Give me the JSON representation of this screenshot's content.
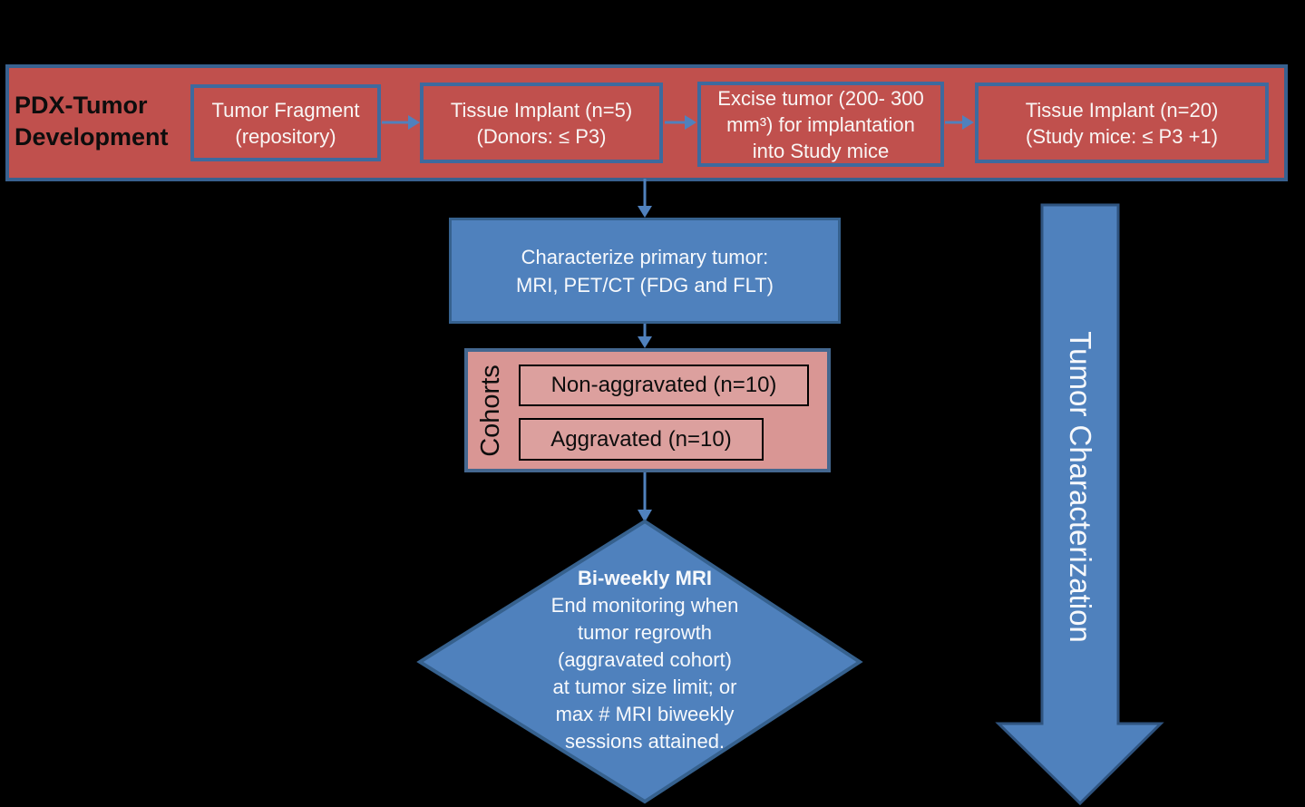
{
  "colors": {
    "background": "#000000",
    "banner_fill": "#C0504D",
    "banner_border": "#38618F",
    "red_box_border": "#3E6A9E",
    "blue_fill": "#4F81BD",
    "blue_border": "#36618E",
    "pink_fill": "#D99694",
    "pink_inner_fill": "#DCA09E",
    "arrow_color": "#5081BD",
    "big_arrow_border": "#2F5480"
  },
  "banner": {
    "label_line1": "PDX-Tumor",
    "label_line2": "Development",
    "boxes": [
      {
        "lines": [
          "Tumor Fragment",
          "(repository)"
        ]
      },
      {
        "lines": [
          "Tissue Implant (n=5)",
          "(Donors: ≤ P3)"
        ]
      },
      {
        "lines": [
          "Excise tumor (200- 300",
          "mm³) for implantation",
          "into Study mice"
        ]
      },
      {
        "lines": [
          "Tissue Implant (n=20)",
          "(Study mice: ≤ P3 +1)"
        ]
      }
    ]
  },
  "characterize_box": {
    "lines": [
      "Characterize primary tumor:",
      "MRI, PET/CT (FDG and FLT)"
    ]
  },
  "cohorts": {
    "label": "Cohorts",
    "items": [
      {
        "label": "Non-aggravated (n=10)"
      },
      {
        "label": "Aggravated (n=10)"
      }
    ]
  },
  "decision_diamond": {
    "title": "Bi-weekly MRI",
    "lines": [
      "End monitoring when",
      "tumor regrowth",
      "(aggravated cohort)",
      "at tumor size limit; or",
      "max # MRI biweekly",
      "sessions attained."
    ]
  },
  "side_arrow": {
    "label": "Tumor Characterization"
  }
}
